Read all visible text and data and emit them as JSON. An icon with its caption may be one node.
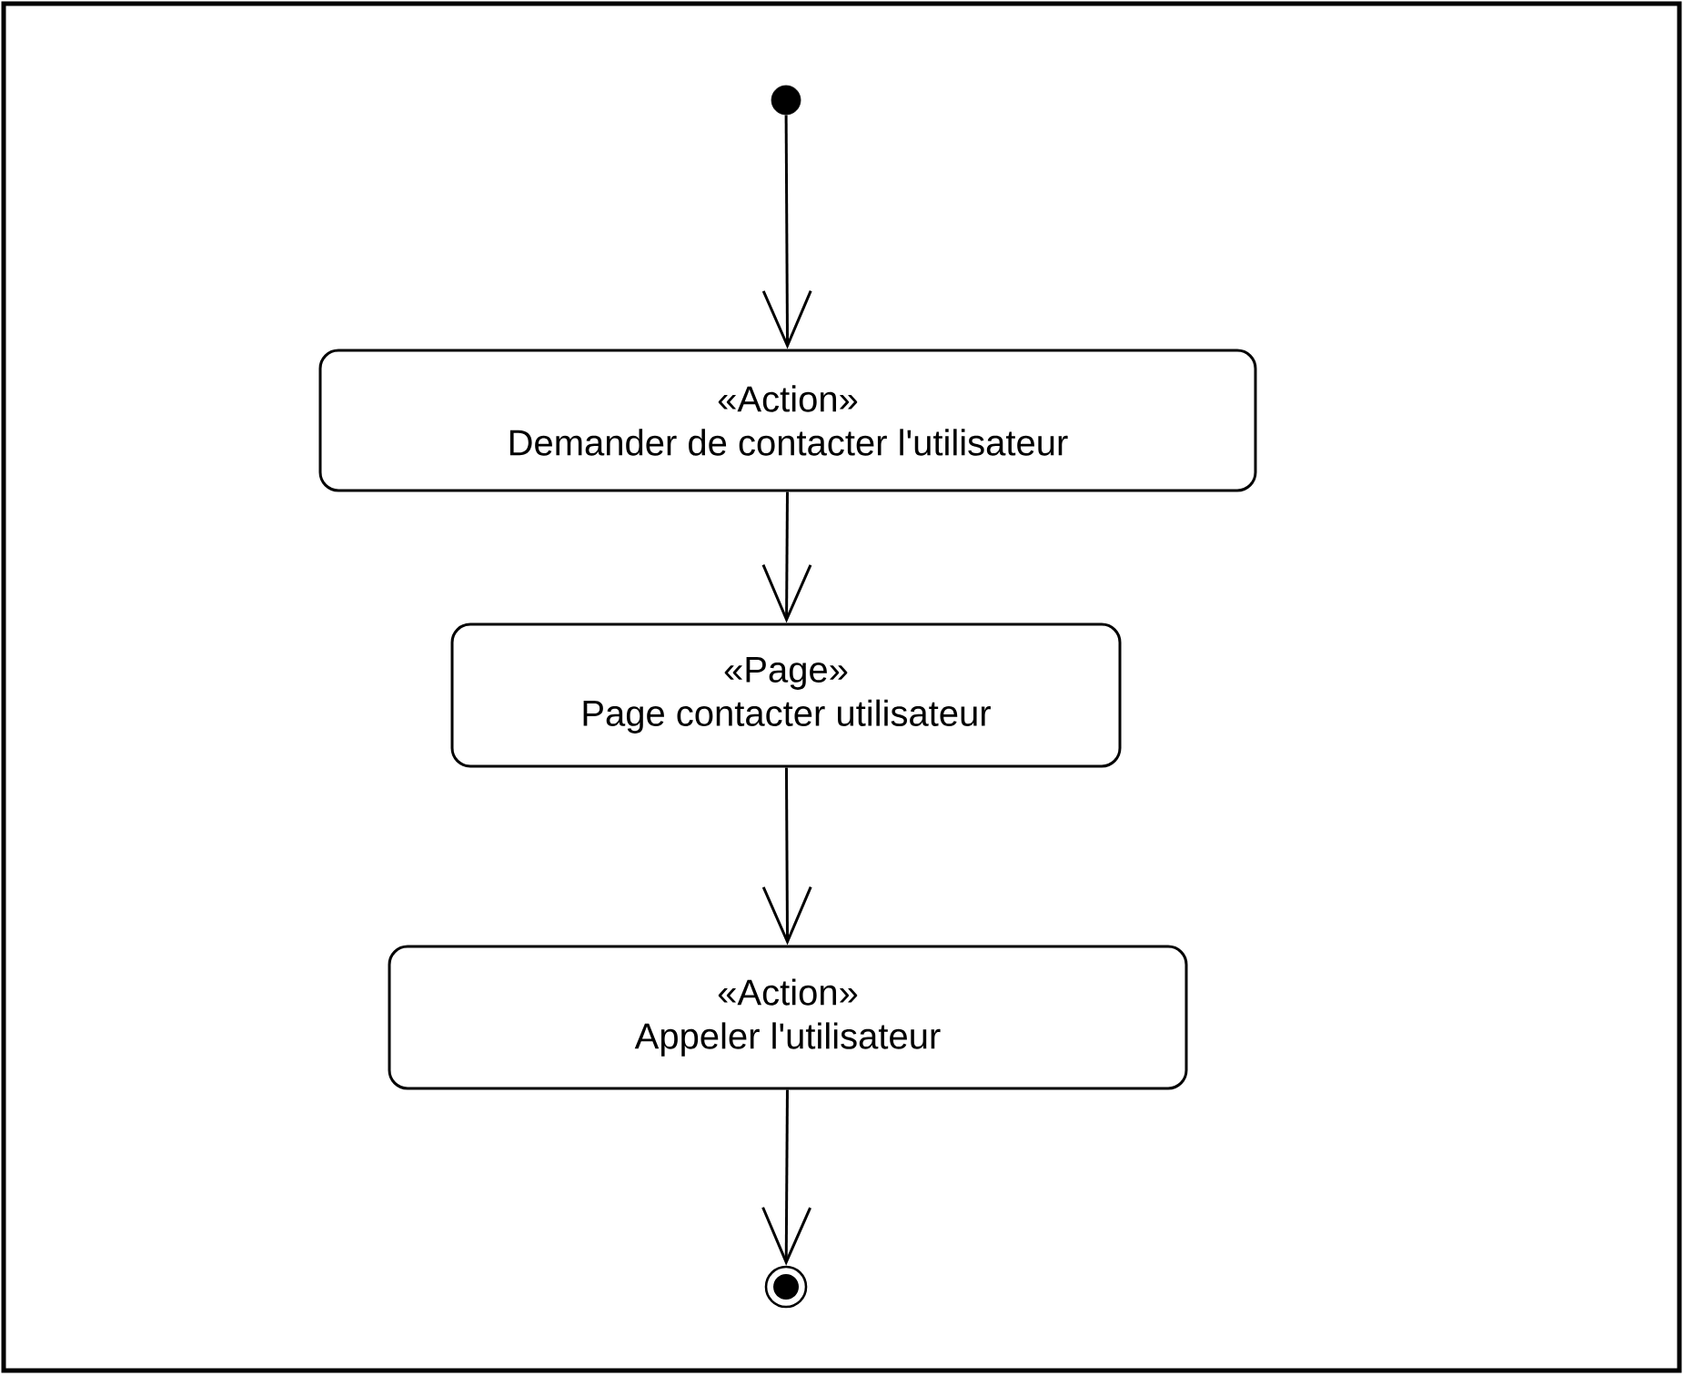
{
  "diagram": {
    "nodes": [
      {
        "text": [],
        "shape": "circle"
      },
      {
        "text": [
          "«Action»",
          "Demander de contacter l'utilisateur"
        ]
      },
      {
        "text": [
          "«Page»",
          "Page contacter utilisateur"
        ]
      },
      {
        "text": [
          "«Action»",
          "Appeler l'utilisateur"
        ]
      },
      {
        "text": [],
        "shape": "bullseye"
      }
    ],
    "edges": [
      {
        "from": 0,
        "to": 1,
        "arrow": "to"
      },
      {
        "from": 1,
        "to": 2,
        "arrow": "to"
      },
      {
        "from": 2,
        "to": 3,
        "arrow": "to"
      },
      {
        "from": 3,
        "to": 4,
        "arrow": "to"
      }
    ]
  }
}
